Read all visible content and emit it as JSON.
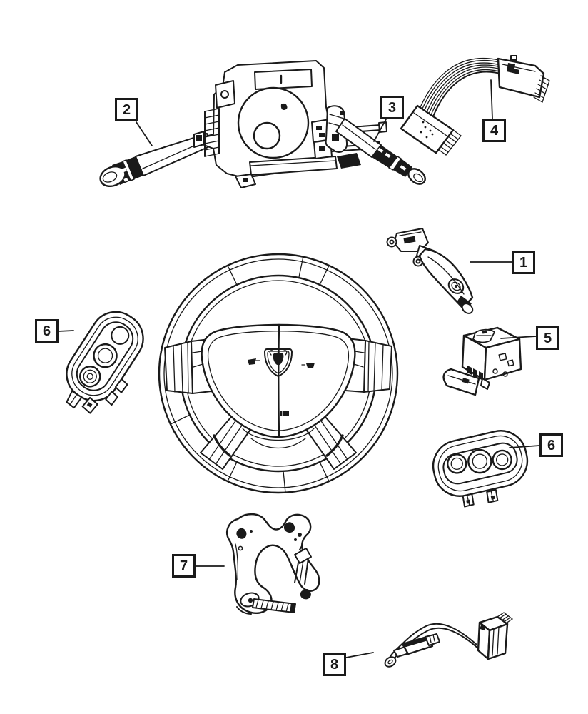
{
  "page": {
    "background": "#ffffff",
    "line_color": "#1a1a1a"
  },
  "callouts": {
    "c1": {
      "label": "1",
      "part": "speed-control-switch-lever"
    },
    "c2": {
      "label": "2",
      "part": "multifunction-switch-left-stalk"
    },
    "c3": {
      "label": "3",
      "part": "multifunction-switch-right-stalk"
    },
    "c4": {
      "label": "4",
      "part": "ribbon-wiring-harness"
    },
    "c5": {
      "label": "5",
      "part": "switch-module"
    },
    "c6_left": {
      "label": "6",
      "part": "remote-radio-switch-pod-left"
    },
    "c6_right": {
      "label": "6",
      "part": "remote-radio-switch-pod-right"
    },
    "c7": {
      "label": "7",
      "part": "mounting-bracket"
    },
    "c8": {
      "label": "8",
      "part": "jumper-wiring-cable"
    }
  }
}
